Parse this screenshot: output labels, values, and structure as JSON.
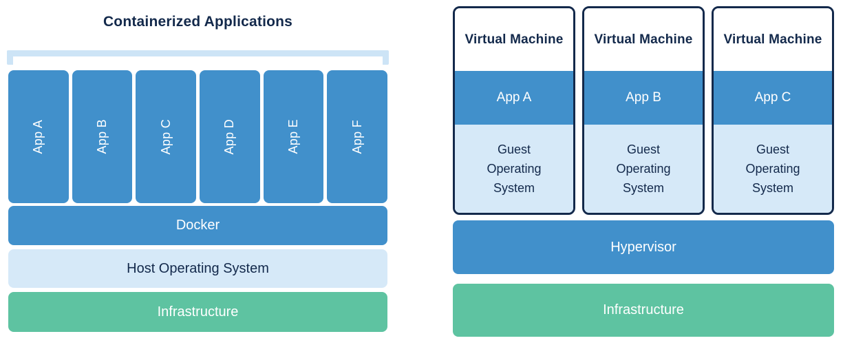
{
  "left": {
    "title": "Containerized Applications",
    "apps": [
      "App A",
      "App B",
      "App C",
      "App D",
      "App E",
      "App F"
    ],
    "docker_label": "Docker",
    "host_os_label": "Host Operating System",
    "infrastructure_label": "Infrastructure"
  },
  "right": {
    "vms": [
      {
        "title": "Virtual Machine",
        "app": "App A",
        "guest_os": "Guest Operating System"
      },
      {
        "title": "Virtual Machine",
        "app": "App B",
        "guest_os": "Guest Operating System"
      },
      {
        "title": "Virtual Machine",
        "app": "App C",
        "guest_os": "Guest Operating System"
      }
    ],
    "hypervisor_label": "Hypervisor",
    "infrastructure_label": "Infrastructure"
  },
  "colors": {
    "blue": "#4190cb",
    "light_blue": "#d6e9f8",
    "bracket_blue": "#cde4f6",
    "green": "#5ec3a1",
    "navy": "#13294b"
  }
}
